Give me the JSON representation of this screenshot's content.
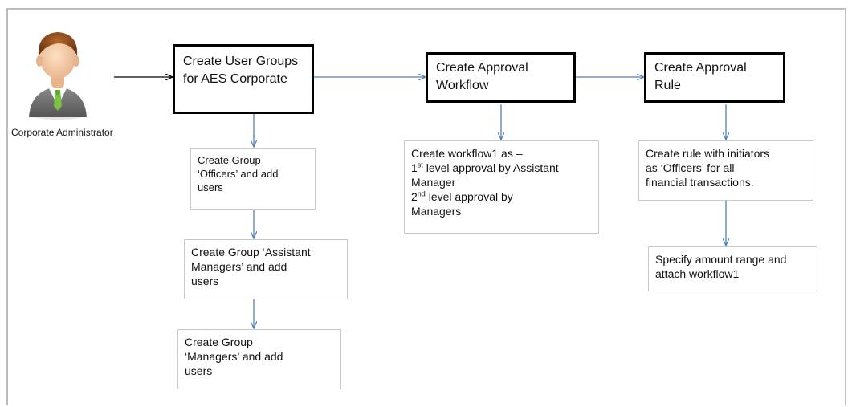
{
  "actor": {
    "label": "Corporate Administrator",
    "icon": "user-avatar-icon"
  },
  "main_steps": [
    {
      "lines": [
        "Create User Groups",
        "for AES Corporate"
      ]
    },
    {
      "lines": [
        "Create Approval",
        "Workflow"
      ]
    },
    {
      "lines": [
        "Create Approval",
        "Rule"
      ]
    }
  ],
  "groups": [
    {
      "lines": [
        "Create Group",
        "‘Officers’ and add",
        "users"
      ]
    },
    {
      "lines": [
        "Create Group ‘Assistant",
        "Managers’ and add",
        "users"
      ]
    },
    {
      "lines": [
        "Create Group",
        "‘Managers’ and add",
        "users"
      ]
    }
  ],
  "workflow": {
    "line1": "Create workflow1 as –",
    "line2_num": "1",
    "line2_sup": "st",
    "line2_rest": " level approval by Assistant",
    "line3": "Manager",
    "line4_num": "2",
    "line4_sup": "nd",
    "line4_rest": " level approval by",
    "line5": "Managers"
  },
  "rule": {
    "lines": [
      "Create rule with initiators",
      "as ‘Officers’ for all",
      "financial transactions."
    ]
  },
  "amount": {
    "lines": [
      "Specify amount range and",
      "attach workflow1"
    ]
  },
  "colors": {
    "arrow_main": "#000000",
    "arrow_flow": "#4f81bd",
    "box_border": "#c9c9c9"
  }
}
